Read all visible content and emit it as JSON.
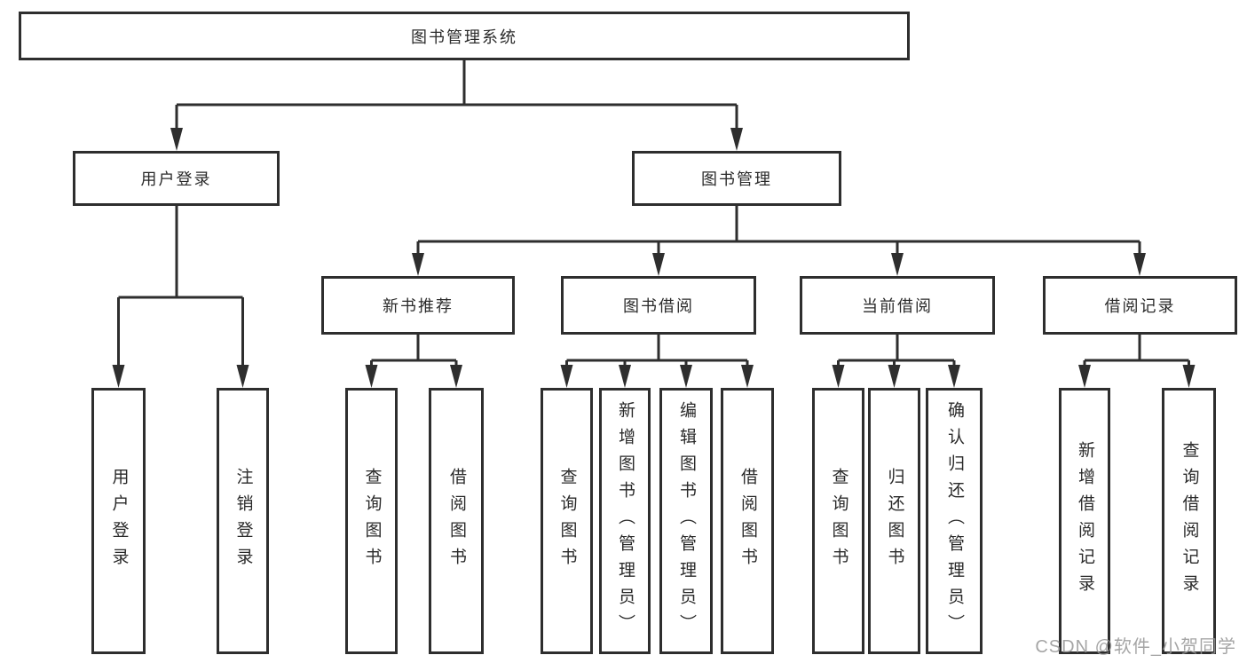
{
  "tree": {
    "root": {
      "label": "图书管理系统"
    },
    "branches": [
      {
        "label": "用户登录",
        "children": [
          {
            "label": "用户登录"
          },
          {
            "label": "注销登录"
          }
        ]
      },
      {
        "label": "图书管理",
        "groups": [
          {
            "label": "新书推荐",
            "children": [
              {
                "label": "查询图书"
              },
              {
                "label": "借阅图书"
              }
            ]
          },
          {
            "label": "图书借阅",
            "children": [
              {
                "label": "查询图书"
              },
              {
                "label": "新增图书（管理员）"
              },
              {
                "label": "编辑图书（管理员）"
              },
              {
                "label": "借阅图书"
              }
            ]
          },
          {
            "label": "当前借阅",
            "children": [
              {
                "label": "查询图书"
              },
              {
                "label": "归还图书"
              },
              {
                "label": "确认归还（管理员）"
              }
            ]
          },
          {
            "label": "借阅记录",
            "children": [
              {
                "label": "新增借阅记录"
              },
              {
                "label": "查询借阅记录"
              }
            ]
          }
        ]
      }
    ]
  },
  "watermark": {
    "text": "CSDN @软件_小贺同学"
  },
  "colors": {
    "line": "#2e2e2e",
    "border": "#2e2e2e",
    "text": "#2a2a2a",
    "box_fill": "#ffffff",
    "watermark": "#969696",
    "background": "#ffffff"
  }
}
